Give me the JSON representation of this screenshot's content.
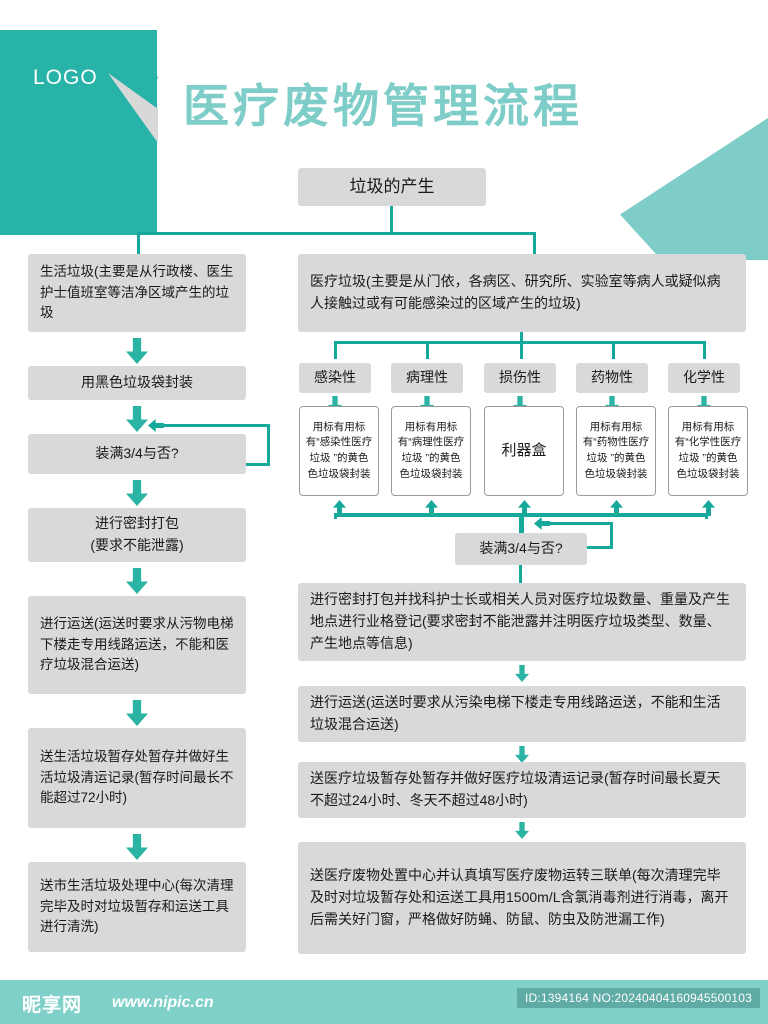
{
  "header": {
    "logo_label": "LOGO",
    "title": "医疗废物管理流程"
  },
  "flow": {
    "root": "垃圾的产生",
    "left_branch": [
      "生活垃圾(主要是从行政楼、医生护士值班室等洁净区域产生的垃圾",
      "用黑色垃圾袋封装",
      "装满3/4与否?",
      "进行密封打包\n(要求不能泄露)",
      "进行运送(运送时要求从污物电梯下楼走专用线路运送，不能和医疗垃圾混合运送)",
      "送生活垃圾暂存处暂存并做好生活垃圾清运记录(暂存时间最长不能超过72小时)",
      "送市生活垃圾处理中心(每次清理完毕及时对垃圾暂存和运送工具进行清洗)"
    ],
    "right_root": "医疗垃圾(主要是从门依，各病区、研究所、实验室等病人或疑似病人接触过或有可能感染过的区域产生的垃圾)",
    "categories": [
      {
        "label": "感染性",
        "detail": "用标有用标有“感染性医疗垃圾 ”的黄色色垃圾袋封装"
      },
      {
        "label": "病理性",
        "detail": "用标有用标有“病理性医疗垃圾 ”的黄色色垃圾袋封装"
      },
      {
        "label": "损伤性",
        "detail": "利器盒"
      },
      {
        "label": "药物性",
        "detail": "用标有用标有“药物性医疗垃圾 ”的黄色色垃圾袋封装"
      },
      {
        "label": "化学性",
        "detail": "用标有用标有“化学性医疗垃圾 ”的黄色色垃圾袋封装"
      }
    ],
    "right_branch": [
      "装满3/4与否?",
      "进行密封打包并找科护士长或相关人员对医疗垃圾数量、重量及产生地点进行业格登记(要求密封不能泄露并注明医疗垃圾类型、数量、产生地点等信息)",
      "进行运送(运送时要求从污染电梯下楼走专用线路运送，不能和生活垃圾混合运送)",
      "送医疗垃圾暂存处暂存并做好医疗垃圾清运记录(暂存时间最长夏天不超过24小时、冬天不超过48小时)",
      "送医疗废物处置中心并认真填写医疗废物运转三联单(每次清理完毕及时对垃圾暂存处和运送工具用1500m/L含氯消毒剂进行消毒，离开后需关好门窗，严格做好防蝇、防鼠、防虫及防泄漏工作)"
    ]
  },
  "footer": {
    "watermark_logo": "昵享网",
    "watermark_url": "www.nipic.cn",
    "id_text": "ID:1394164 NO:20240404160945500103"
  },
  "colors": {
    "teal": "#27b3a8",
    "teal_light": "#7ecdc8",
    "box_gray": "#d9d9d9",
    "connector": "#17a89c"
  }
}
